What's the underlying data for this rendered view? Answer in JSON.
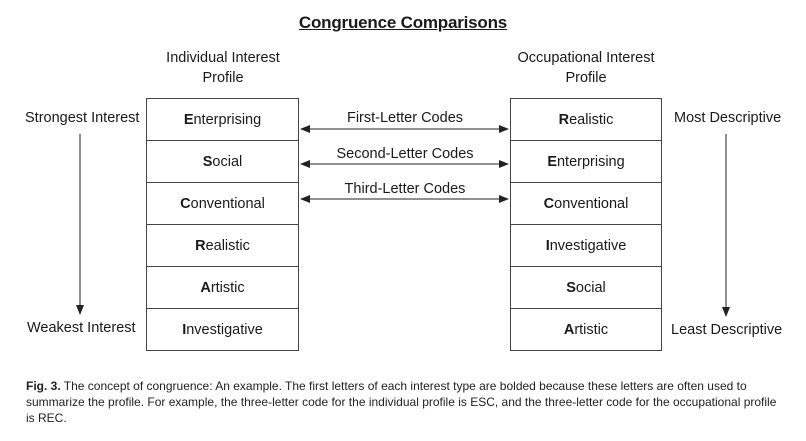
{
  "title": "Congruence Comparisons",
  "individual": {
    "heading_line1": "Individual Interest",
    "heading_line2": "Profile",
    "items": [
      {
        "first": "E",
        "rest": "nterprising"
      },
      {
        "first": "S",
        "rest": "ocial"
      },
      {
        "first": "C",
        "rest": "onventional"
      },
      {
        "first": "R",
        "rest": "ealistic"
      },
      {
        "first": "A",
        "rest": "rtistic"
      },
      {
        "first": "I",
        "rest": "nvestigative"
      }
    ]
  },
  "occupational": {
    "heading_line1": "Occupational Interest",
    "heading_line2": "Profile",
    "items": [
      {
        "first": "R",
        "rest": "ealistic"
      },
      {
        "first": "E",
        "rest": "nterprising"
      },
      {
        "first": "C",
        "rest": "onventional"
      },
      {
        "first": "I",
        "rest": "nvestigative"
      },
      {
        "first": "S",
        "rest": "ocial"
      },
      {
        "first": "A",
        "rest": "rtistic"
      }
    ]
  },
  "left_scale": {
    "top": "Strongest Interest",
    "bottom": "Weakest Interest"
  },
  "right_scale": {
    "top": "Most Descriptive",
    "bottom": "Least Descriptive"
  },
  "codes": {
    "first": "First-Letter Codes",
    "second": "Second-Letter Codes",
    "third": "Third-Letter Codes"
  },
  "caption": {
    "label": "Fig. 3.",
    "text": " The concept of congruence: An example. The first letters of each interest type are bolded because these letters are often used to summarize the profile. For example, the three-letter code for the individual profile is ESC, and the three-letter code for the occupational profile is REC."
  }
}
